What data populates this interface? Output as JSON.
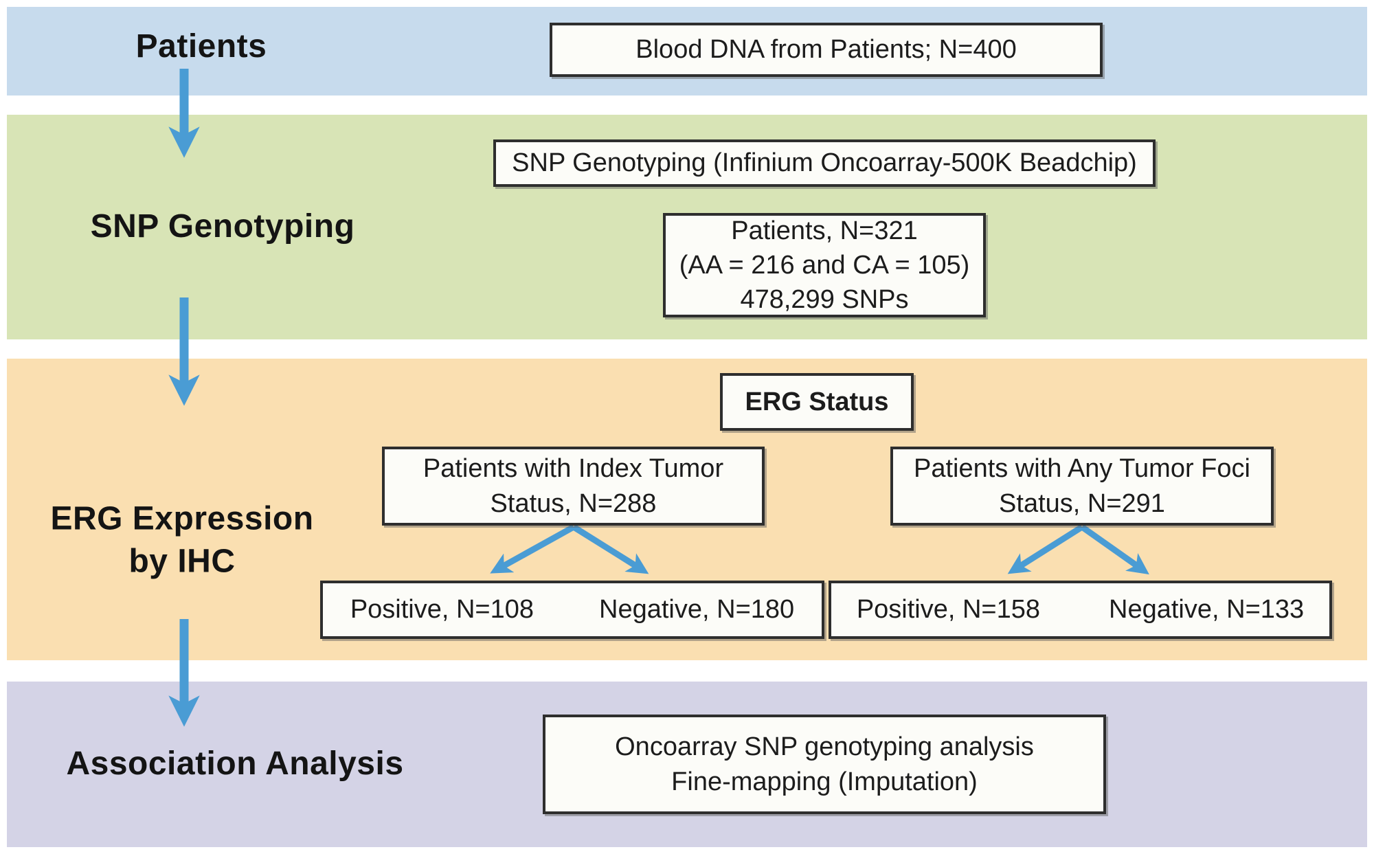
{
  "bands": [
    {
      "id": "patients",
      "label": "Patients",
      "color": "#c7dbed"
    },
    {
      "id": "snp-genotyping",
      "label": "SNP Genotyping",
      "color": "#d8e4b6"
    },
    {
      "id": "erg-expression",
      "label": "ERG Expression\nby IHC",
      "color": "#fadfb1"
    },
    {
      "id": "association-analysis",
      "label": "Association Analysis",
      "color": "#d4d3e6"
    }
  ],
  "boxes": {
    "blood_dna": "Blood DNA from Patients; N=400",
    "snp_genotyping": "SNP Genotyping (Infinium Oncoarray-500K Beadchip)",
    "patients_genotyped": "Patients, N=321\n(AA = 216 and CA = 105)\n478,299 SNPs",
    "erg_status": "ERG Status",
    "index_tumor": "Patients with Index Tumor\nStatus, N=288",
    "any_tumor": "Patients with Any Tumor Foci\nStatus, N=291",
    "index_positive": "Positive, N=108",
    "index_negative": "Negative, N=180",
    "any_positive": "Positive, N=158",
    "any_negative": "Negative, N=133",
    "association": "Oncoarray SNP genotyping analysis\nFine-mapping (Imputation)"
  },
  "colors": {
    "band_patients": "#c7dbed",
    "band_snp_genotyping": "#d8e4b6",
    "band_erg_expression": "#fadfb1",
    "band_association": "#d4d3e6",
    "arrow": "#4a9cd4",
    "box_border": "#2e2e2e",
    "box_fill": "#fcfcf8"
  }
}
